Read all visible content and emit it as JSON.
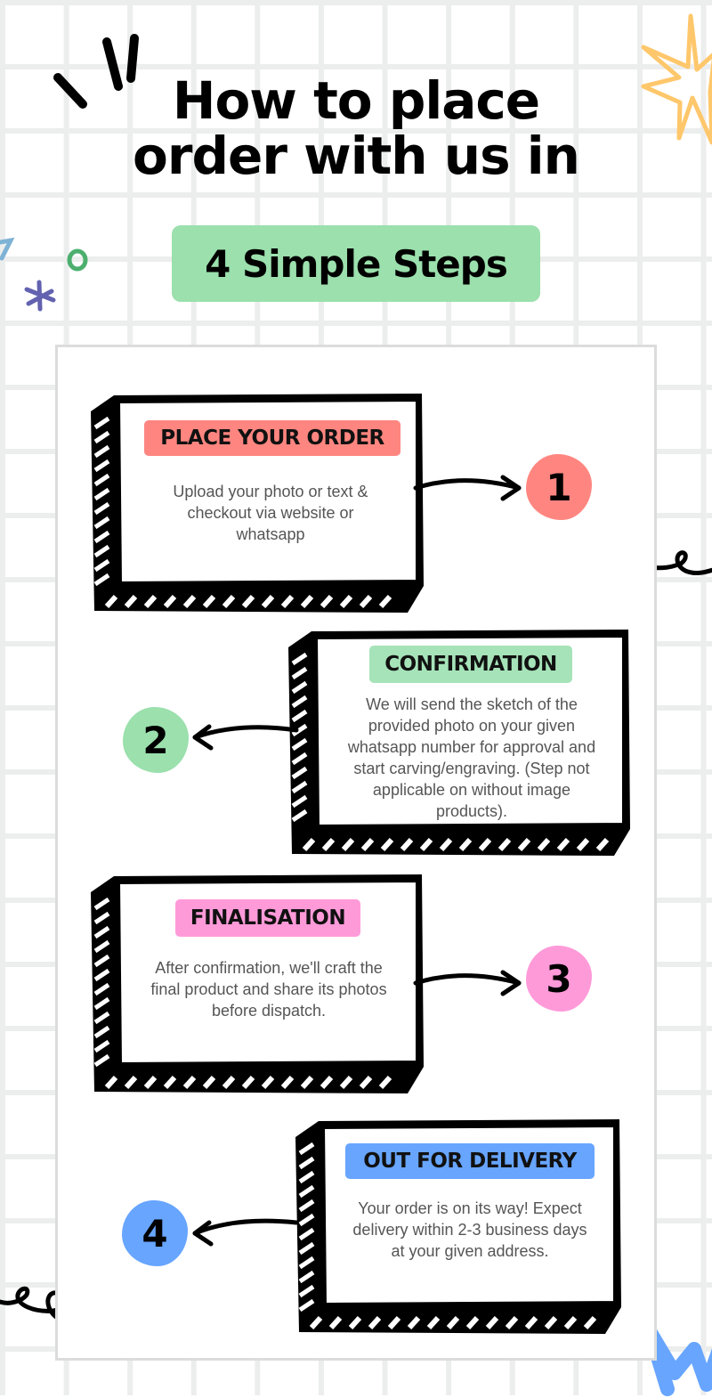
{
  "header": {
    "title_lines": [
      "How to place",
      "order with us in"
    ],
    "subtitle": "4 Simple Steps",
    "subtitle_color": "#9be0ad"
  },
  "steps": [
    {
      "number": "1",
      "title": "PLACE YOUR ORDER",
      "color": "#ff8680",
      "description": "Upload your photo or text & checkout via website or whatsapp"
    },
    {
      "number": "2",
      "title": "CONFIRMATION",
      "color": "#a6e3b9",
      "description": "We will send the sketch of the provided photo on your given whatsapp number for approval and start carving/engraving. (Step not applicable on without image products)."
    },
    {
      "number": "3",
      "title": "FINALISATION",
      "color": "#ff9ad9",
      "description": "After confirmation, we'll craft the final product and share its photos before dispatch."
    },
    {
      "number": "4",
      "title": "OUT FOR DELIVERY",
      "color": "#67a5ff",
      "description": "Your order is on its way! Expect delivery within 2-3 business days at your given address."
    }
  ],
  "decorations": {
    "star_color": "#ffc76b",
    "asterisk_color": "#6262b0",
    "circle_color": "#4caf6e",
    "scribble_color": "#67a5ff"
  }
}
